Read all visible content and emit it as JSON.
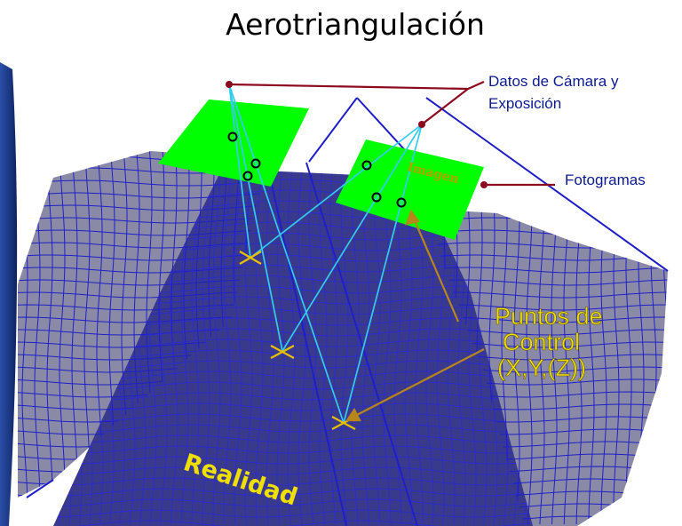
{
  "slide": {
    "title": "Aerotriangulación"
  },
  "labels": {
    "camera_data": [
      "Datos de Cámara y",
      "Exposición"
    ],
    "photograms": "Fotogramas",
    "image": "Imagen",
    "control_points": [
      "Puntos de",
      "Control",
      "(X,Y,(Z))"
    ],
    "reality": "Realidad"
  },
  "colors": {
    "mesh_line": "#1f1fc8",
    "mesh_dark": "#3a3a8c",
    "mesh_light": "#8a8aa6",
    "photo_fill": "#00ff00",
    "ray": "#33ccee",
    "control_mark": "#e8c000",
    "control_arrow": "#b8861a",
    "leader": "#8b0a1e",
    "label_blue": "#0b1a8c",
    "label_yellow": "#f0e000"
  }
}
